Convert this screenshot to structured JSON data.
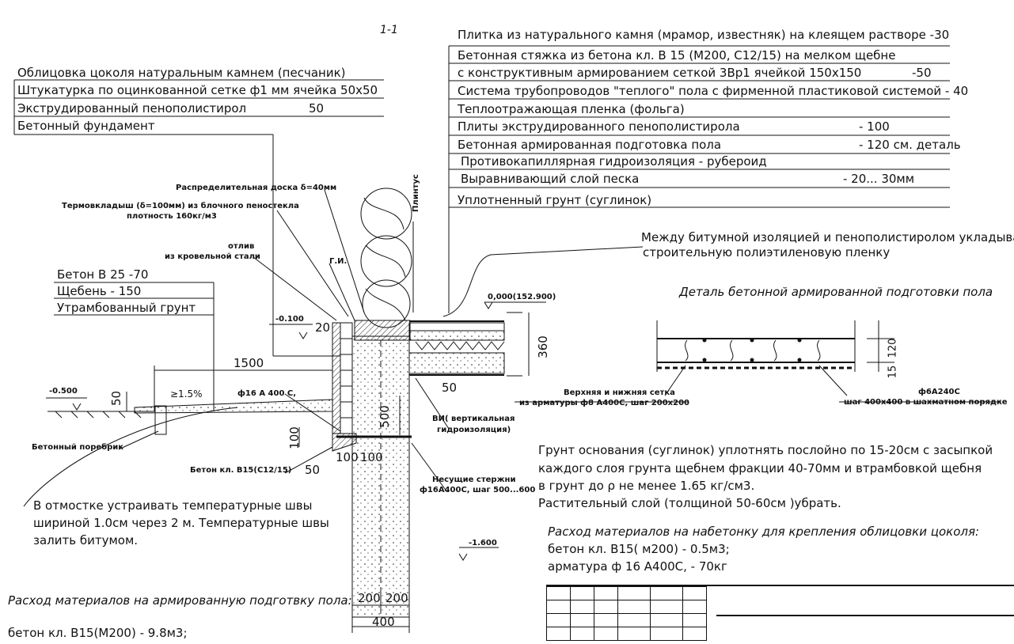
{
  "section_mark": "1-1",
  "floor_layers": [
    "Плитка из натурального камня (мрамор, известняк) на клеящем растворе  -30",
    "Бетонная стяжка из бетона кл. В 15 (М200, С12/15) на мелком щебне",
    "с конструктивным армированием сеткой 3Вр1 ячейкой 150х150",
    "Система трубопроводов \"теплого\" пола с фирменной пластиковой системой - 40",
    "Теплоотражающая пленка (фольга)",
    "Плиты экструдированного пенополистирола",
    "Бетонная армированная подготовка пола",
    "Противокапиллярная гидроизоляция - рубероид",
    "Выравнивающий слой песка",
    "Уплотненный грунт (суглинок)"
  ],
  "floor_layer_values": {
    "screed": "-50",
    "eps": "- 100",
    "prep": "- 120 см. деталь",
    "sand": "- 20... 30мм"
  },
  "plinth_layers": [
    "Облицовка цоколя натуральным камнем (песчаник)",
    "Штукатурка по оцинкованной сетке ф1 мм ячейка 50х50",
    "Экструдированный пенополистирол",
    "Бетонный фундамент"
  ],
  "plinth_eps_value": "50",
  "labels": {
    "board": "Распределительная доска δ=40мм",
    "thermo1": "Термовкладыш (δ=100мм) из блочного пеностекла",
    "thermo2": "плотность 160кг/м3",
    "drip1": "отлив",
    "drip2": "из кровельной стали",
    "gi": "Г.И.",
    "skirting": "Плинтус",
    "curb": "Бетонный поребрик",
    "concrete_class": "Бетон кл. В15(С12/15)",
    "rebar": "ф16 А 400 С,",
    "vi1": "ВИ( вертикальная",
    "vi2": "гидроизоляция)",
    "bearing1": "Несущие стержни",
    "bearing2": "ф16А400С, шаг 500...600"
  },
  "blind_area_layers": [
    "Бетон  В 25  -70",
    "Щебень  - 150",
    "Утрамбованный  грунт"
  ],
  "film_note": [
    "Между битумной изоляцией и пенополистиролом укладывать",
    "строительную полиэтиленовую пленку"
  ],
  "levels": {
    "ground": "-0.500",
    "plinth": "-0.100",
    "floor": "0,000(152.900)",
    "bottom": "-1.600"
  },
  "dims": {
    "d1500": "1500",
    "slope": "≥1.5%",
    "d50a": "50",
    "d20": "20",
    "d100v": "100",
    "d100a": "100",
    "d100b": "100",
    "d50b": "50",
    "d500": "500",
    "d360": "360",
    "d50c": "50",
    "d200a": "200",
    "d200b": "200",
    "d400": "400",
    "d120": "120",
    "d15": "15"
  },
  "detail": {
    "title": "Деталь бетонной армированной подготовки пола",
    "mesh1": "Верхняя и нижняя сетка",
    "mesh2": "из арматуры ф8 А400С,  шаг 200х200",
    "bar1": "ф6А240С",
    "bar2": "шаг 400х400 в шахматном порядке"
  },
  "notes": {
    "temp_joints": [
      "В отмостке устраивать температурные швы",
      "шириной 1.0см через 2 м. Температурные швы",
      "залить битумом."
    ],
    "soil": [
      "Грунт основания (суглинок) уплотнять послойно по 15-20см с засыпкой",
      "каждого слоя грунта щебнем фракции 40-70мм и втрамбовкой щебня",
      "в грунт до ρ не менее 1.65 кг/см3.",
      "Растительный слой (толщиной  50-60см )убрать."
    ],
    "plinth_material_title": "Расход материалов на набетонку для крепления облицовки цоколя:",
    "plinth_material_lines": [
      "бетон кл. В15( м200)  - 0.5м3;",
      "арматура ф 16 А400С, - 70кг"
    ],
    "floor_material_title": "Расход материалов на армированную подготвку пола:",
    "floor_material_lines": [
      "бетон кл. В15(М200)   - 9.8м3;"
    ]
  }
}
